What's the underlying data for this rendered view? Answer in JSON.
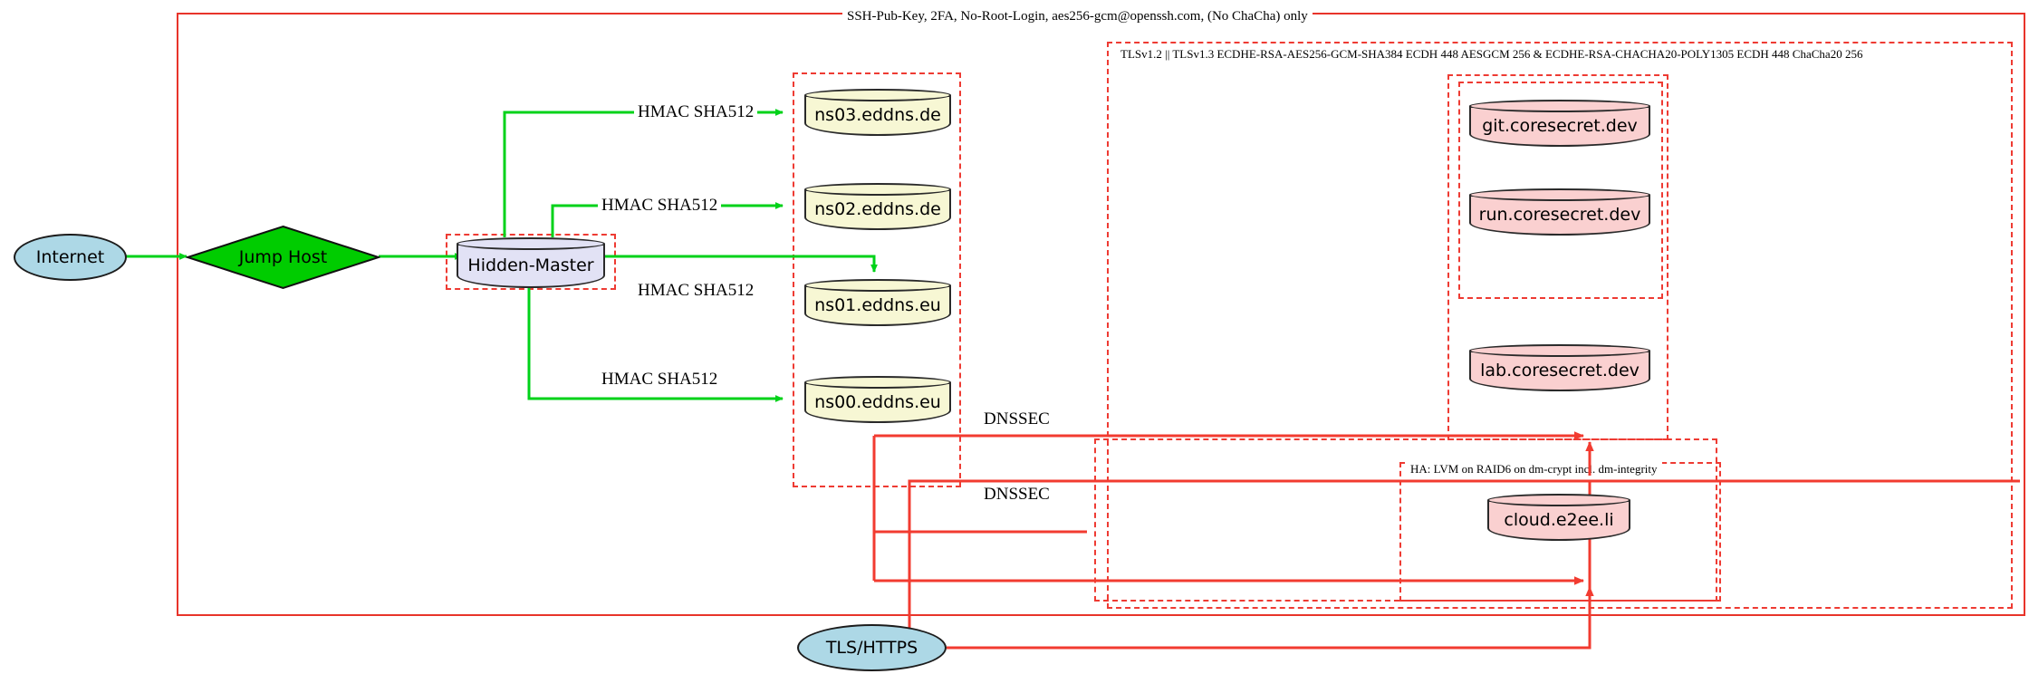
{
  "diagram": {
    "type": "network-architecture",
    "background": "#ffffff",
    "colors": {
      "boundary_red": "#e8342a",
      "dashed_red": "#ee3b33",
      "flow_green": "#00d219",
      "dns_fill": "#f7f7d4",
      "service_fill": "#fad0d0",
      "master_fill": "#e2e2f5",
      "ellipse_fill": "#add8e6",
      "diamond_fill": "#00cc00"
    }
  },
  "boundaries": {
    "perimeter": {
      "label": "SSH-Pub-Key, 2FA, No-Root-Login, aes256-gcm@openssh.com, (No ChaCha) only",
      "style": "solid"
    },
    "tls_zone": {
      "label": "TLSv1.2 || TLSv1.3 ECDHE-RSA-AES256-GCM-SHA384 ECDH 448 AESGCM 256 & ECDHE-RSA-CHACHA20-POLY1305 ECDH 448 ChaCha20 256",
      "style": "dashed"
    },
    "ha_zone": {
      "label": "HA: LVM on RAID6 on dm-crypt incl. dm-integrity",
      "style": "dashed"
    },
    "dns_zone": {
      "label": "",
      "style": "dashed"
    },
    "master_zone": {
      "label": "",
      "style": "dashed"
    },
    "coresecret_zone": {
      "label": "",
      "style": "dashed"
    },
    "services_outer_zone": {
      "label": "",
      "style": "dashed"
    },
    "cloud_outer_zone": {
      "label": "",
      "style": "dashed"
    }
  },
  "nodes": {
    "internet": {
      "label": "Internet",
      "shape": "ellipse"
    },
    "jump_host": {
      "label": "Jump Host",
      "shape": "diamond"
    },
    "hidden_master": {
      "label": "Hidden-Master",
      "shape": "cylinder"
    },
    "ns03": {
      "label": "ns03.eddns.de",
      "shape": "cylinder"
    },
    "ns02": {
      "label": "ns02.eddns.de",
      "shape": "cylinder"
    },
    "ns01": {
      "label": "ns01.eddns.eu",
      "shape": "cylinder"
    },
    "ns00": {
      "label": "ns00.eddns.eu",
      "shape": "cylinder"
    },
    "git": {
      "label": "git.coresecret.dev",
      "shape": "cylinder"
    },
    "run": {
      "label": "run.coresecret.dev",
      "shape": "cylinder"
    },
    "lab": {
      "label": "lab.coresecret.dev",
      "shape": "cylinder"
    },
    "cloud": {
      "label": "cloud.e2ee.li",
      "shape": "cylinder"
    },
    "tls_https": {
      "label": "TLS/HTTPS",
      "shape": "ellipse"
    }
  },
  "edges": {
    "internet_to_jump": {
      "label": "",
      "color": "green"
    },
    "jump_to_master": {
      "label": "",
      "color": "green"
    },
    "master_to_ns03": {
      "label": "HMAC SHA512",
      "color": "green"
    },
    "master_to_ns02": {
      "label": "HMAC SHA512",
      "color": "green"
    },
    "master_to_ns01": {
      "label": "HMAC SHA512",
      "color": "green"
    },
    "master_to_ns00": {
      "label": "HMAC SHA512",
      "color": "green"
    },
    "dnssec_upper": {
      "label": "DNSSEC",
      "color": "red"
    },
    "dnssec_lower": {
      "label": "DNSSEC",
      "color": "red"
    },
    "tls_to_services": {
      "label": "",
      "color": "red"
    }
  }
}
